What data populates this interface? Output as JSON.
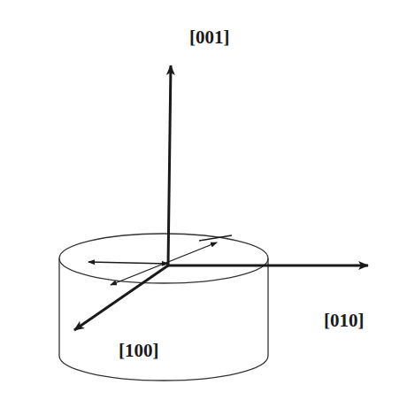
{
  "diagram": {
    "labels": [
      "[001]",
      "[010]",
      "[100]"
    ]
  }
}
